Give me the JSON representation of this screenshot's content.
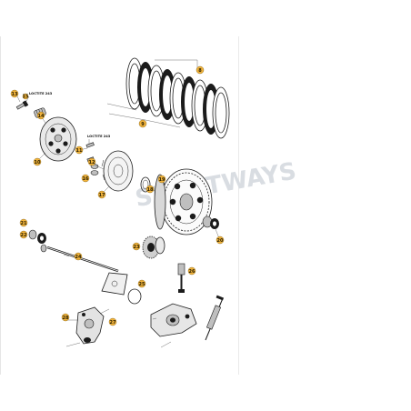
{
  "diagram": {
    "loctite_labels": [
      "LOCTITE 243",
      "LOCTITE 243"
    ],
    "watermark": "SPORTWAYS",
    "accent_color": "#f2b43d",
    "callouts": [
      "8",
      "9",
      "10",
      "11",
      "12",
      "13",
      "14",
      "15",
      "16",
      "17",
      "18",
      "19",
      "20",
      "21",
      "22",
      "23",
      "24",
      "25",
      "26",
      "27",
      "28"
    ]
  }
}
